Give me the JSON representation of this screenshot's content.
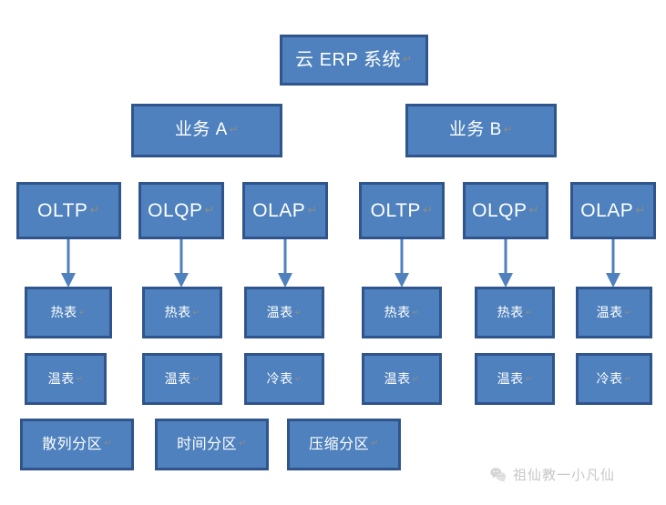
{
  "diagram": {
    "title": "云 ERP 系统",
    "colors": {
      "node_fill": "#4E81BD",
      "node_border": "#30548C",
      "node_text": "#FFFFFF",
      "connector": "#4E81BD",
      "background": "#FFFFFF",
      "watermark_text": "#C7C7C7"
    },
    "pilcrow": "↵",
    "rows": {
      "root": {
        "label": "云 ERP 系统"
      },
      "business": [
        {
          "label": "业务 A"
        },
        {
          "label": "业务 B"
        }
      ],
      "engines": [
        {
          "label": "OLTP"
        },
        {
          "label": "OLQP"
        },
        {
          "label": "OLAP"
        },
        {
          "label": "OLTP"
        },
        {
          "label": "OLQP"
        },
        {
          "label": "OLAP"
        }
      ],
      "tier1": [
        {
          "label": "热表"
        },
        {
          "label": "热表"
        },
        {
          "label": "温表"
        },
        {
          "label": "热表"
        },
        {
          "label": "热表"
        },
        {
          "label": "温表"
        }
      ],
      "tier2": [
        {
          "label": "温表"
        },
        {
          "label": "温表"
        },
        {
          "label": "冷表"
        },
        {
          "label": "温表"
        },
        {
          "label": "温表"
        },
        {
          "label": "冷表"
        }
      ],
      "partitions": [
        {
          "label": "散列分区"
        },
        {
          "label": "时间分区"
        },
        {
          "label": "压缩分区"
        }
      ]
    },
    "watermark": {
      "icon": "wechat-icon",
      "text": "祖仙教一小凡仙"
    }
  }
}
